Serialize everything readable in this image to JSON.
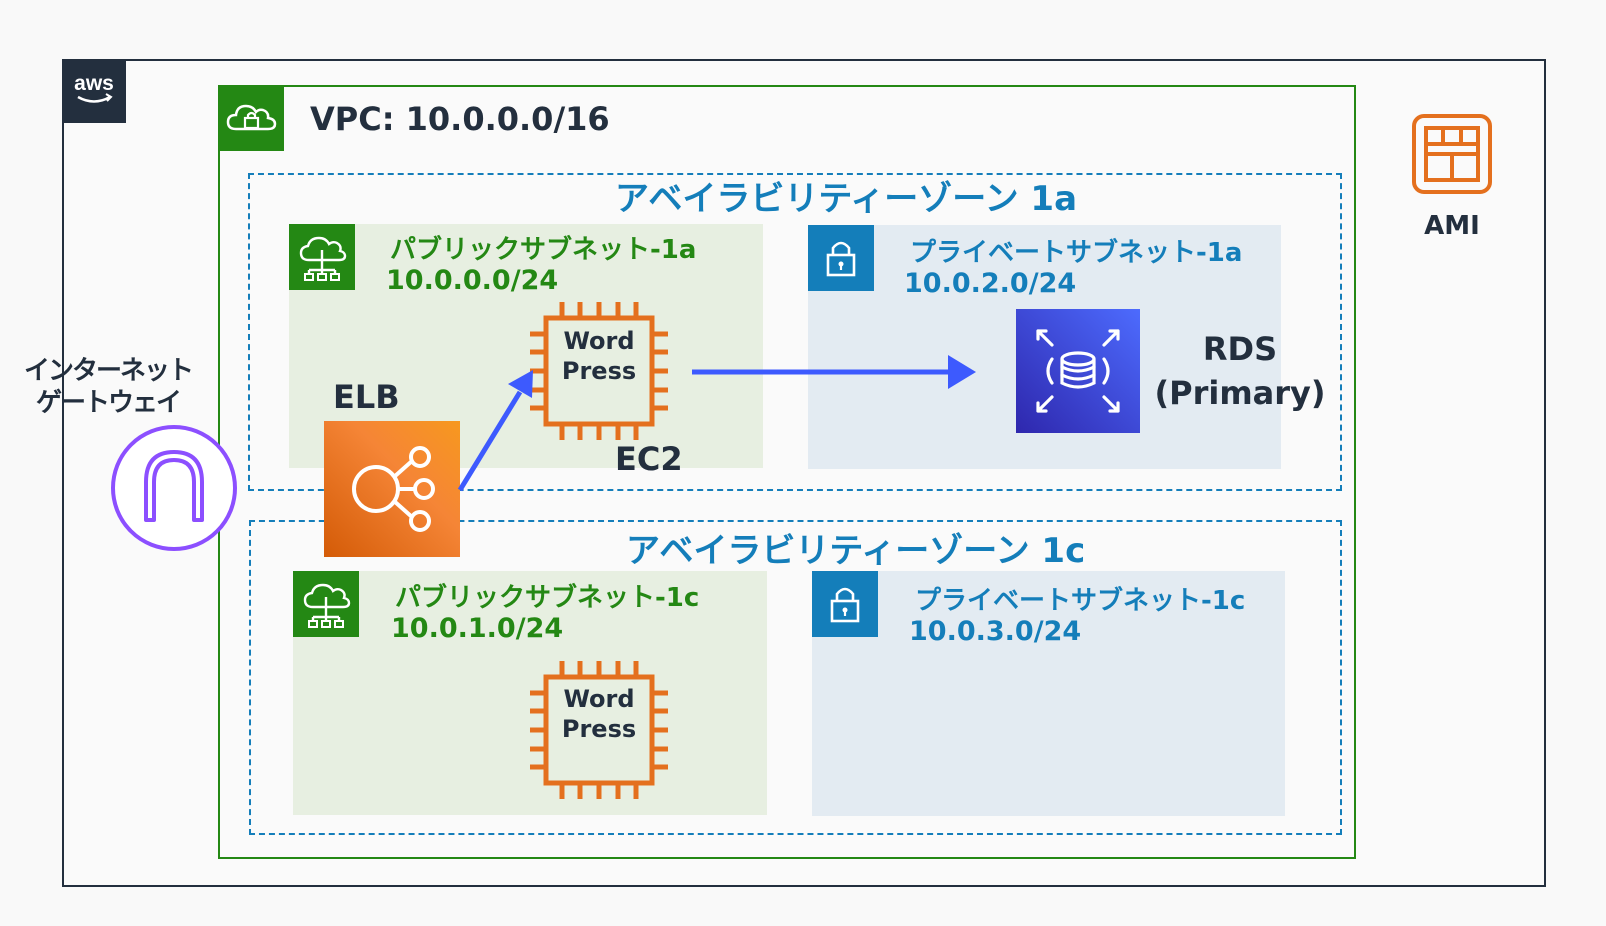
{
  "vpc": {
    "title": "VPC: 10.0.0.0/16"
  },
  "zones": {
    "az_1a": {
      "title": "アベイラビリティーゾーン 1a"
    },
    "az_1c": {
      "title": "アベイラビリティーゾーン 1c"
    }
  },
  "subnets": {
    "public_1a": {
      "name": "パブリックサブネット-1a",
      "cidr": "10.0.0.0/24"
    },
    "private_1a": {
      "name": "プライベートサブネット-1a",
      "cidr": "10.0.2.0/24"
    },
    "public_1c": {
      "name": "パブリックサブネット-1c",
      "cidr": "10.0.1.0/24"
    },
    "private_1c": {
      "name": "プライベートサブネット-1c",
      "cidr": "10.0.3.0/24"
    }
  },
  "ec2": {
    "caption": "EC2",
    "instance_1a": {
      "line1": "Word",
      "line2": "Press"
    },
    "instance_1c": {
      "line1": "Word",
      "line2": "Press"
    }
  },
  "elb": {
    "caption": "ELB"
  },
  "igw": {
    "line1": "インターネット",
    "line2": "ゲートウェイ"
  },
  "rds": {
    "line1": "RDS",
    "line2": "(Primary)"
  },
  "ami": {
    "label": "AMI"
  },
  "logo": {
    "text": "aws"
  },
  "colors": {
    "aws_frame": "#232f3e",
    "vpc_green": "#248814",
    "az_blue": "#147eba",
    "ec2_orange": "#e4701e",
    "igw_purple": "#8c4fff",
    "arrow_blue": "#3d5afe"
  },
  "icons": {
    "vpc": "vpc-cloud-lock-icon",
    "public_subnet": "public-subnet-cloud-icon",
    "private_subnet": "private-subnet-lock-icon",
    "ec2": "ec2-chip-icon",
    "elb": "elb-icon",
    "igw": "internet-gateway-icon",
    "rds": "rds-database-icon",
    "ami": "ami-icon"
  }
}
